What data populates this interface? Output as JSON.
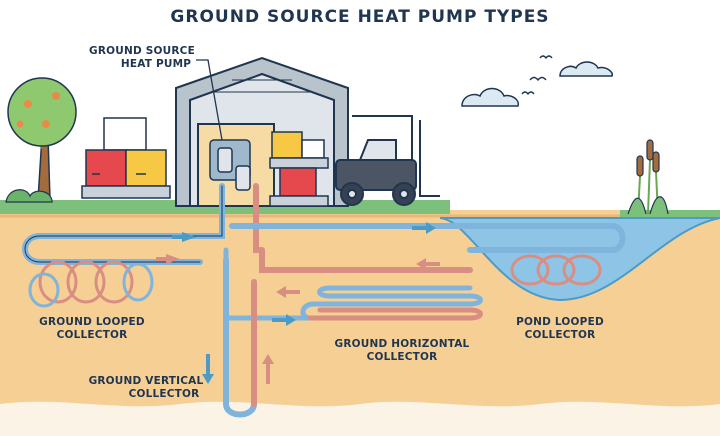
{
  "title": "GROUND SOURCE HEAT PUMP TYPES",
  "labels": {
    "heat_pump": [
      "GROUND SOURCE",
      "HEAT PUMP"
    ],
    "ground_looped": [
      "GROUND LOOPED",
      "COLLECTOR"
    ],
    "ground_horizontal": [
      "GROUND HORIZONTAL",
      "COLLECTOR"
    ],
    "ground_vertical": [
      "GROUND VERTICAL",
      "COLLECTOR"
    ],
    "pond_looped": [
      "POND LOOPED",
      "COLLECTOR"
    ]
  },
  "colors": {
    "sky": "#ffffff",
    "ground": "#f6cf94",
    "grass": "#7cc07c",
    "water": "#8ec5e6",
    "pipe_cold": "#7fb4dc",
    "pipe_warm": "#d98e84",
    "building": "#b9c3cc",
    "text": "#1f3550"
  },
  "icons": [
    "tree-icon",
    "building-icon",
    "forklift-icon",
    "cloud-icon",
    "bird-icon",
    "cattail-icon",
    "crate-icon",
    "heat-pump-unit-icon"
  ]
}
